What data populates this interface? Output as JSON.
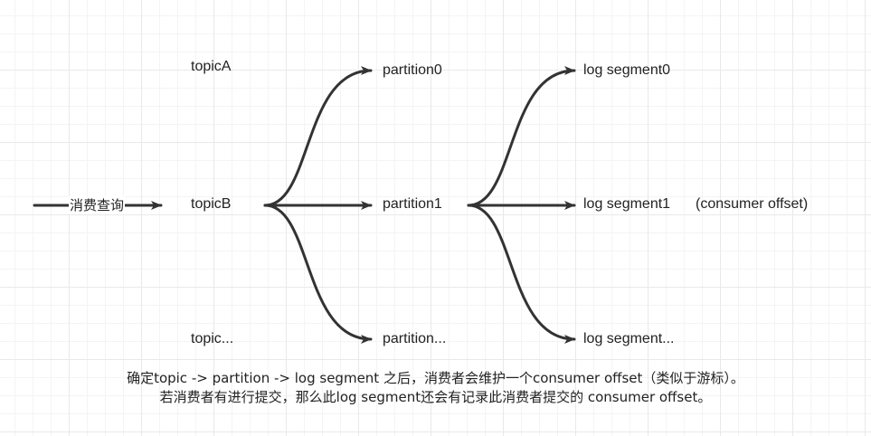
{
  "diagram": {
    "query_label": "消费查询",
    "topics": [
      "topicA",
      "topicB",
      "topic..."
    ],
    "partitions": [
      "partition0",
      "partition1",
      "partition..."
    ],
    "segments": [
      "log segment0",
      "log segment1",
      "log segment..."
    ],
    "offset_note": "(consumer offset)",
    "caption_line1": "确定topic -> partition -> log segment 之后，消费者会维护一个consumer offset（类似于游标）。",
    "caption_line2": "若消费者有进行提交，那么此log segment还会有记录此消费者提交的 consumer offset。"
  },
  "colors": {
    "line": "#333333",
    "text": "#222222",
    "grid": "#e9e9e9"
  }
}
